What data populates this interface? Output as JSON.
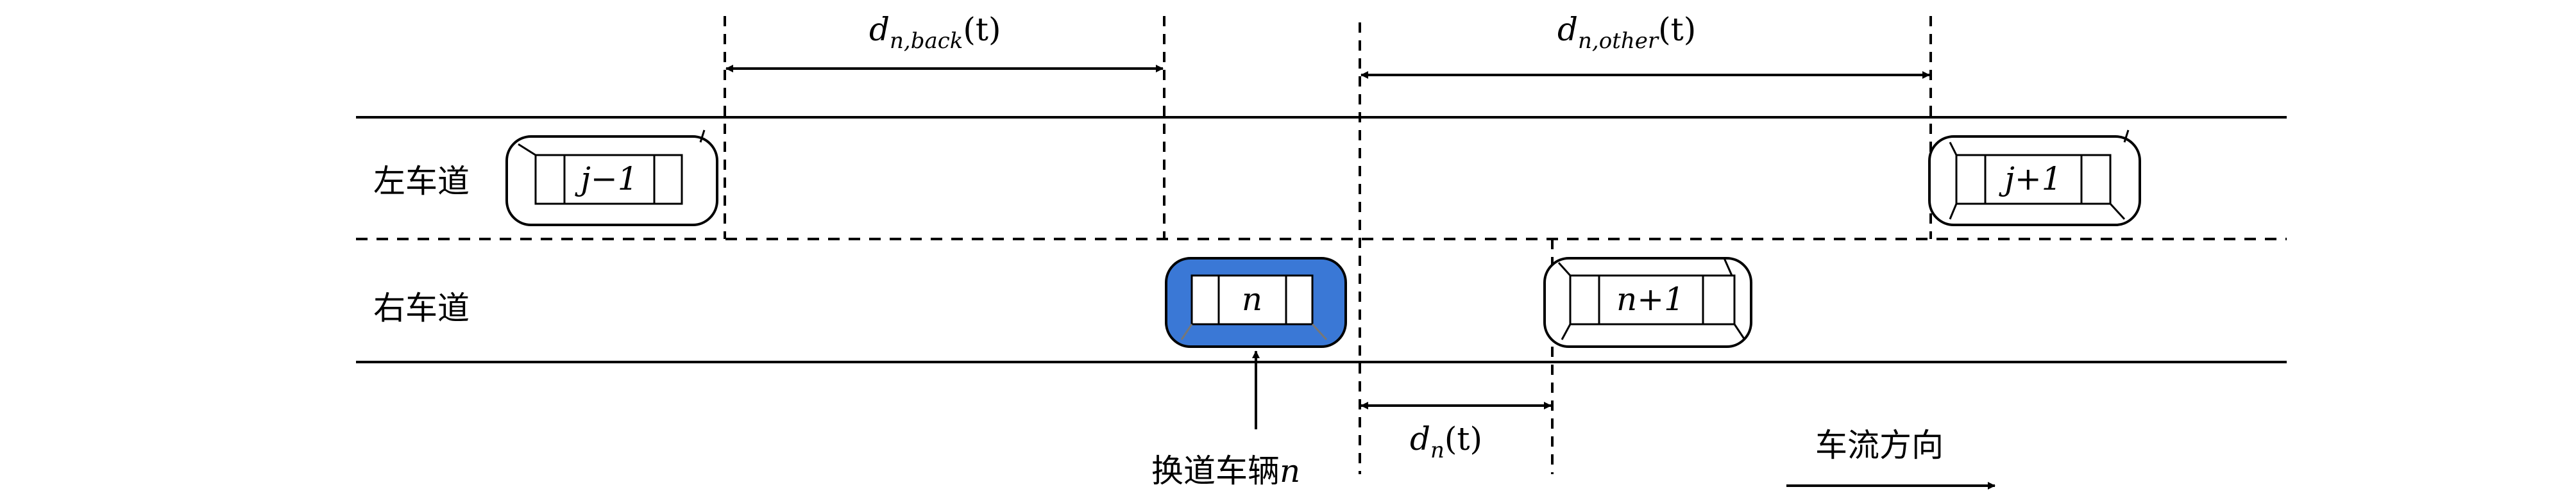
{
  "lanes": {
    "left_label": "左车道",
    "right_label": "右车道"
  },
  "vehicles": {
    "j_minus_1": "j−1",
    "j_plus_1": "j+1",
    "n": "n",
    "n_plus_1": "n+1"
  },
  "distances": {
    "d_back": {
      "symbol": "d",
      "subscript": "n,back",
      "arg": "(t)"
    },
    "d_other": {
      "symbol": "d",
      "subscript": "n,other",
      "arg": "(t)"
    },
    "d_n": {
      "symbol": "d",
      "subscript": "n",
      "arg": "(t)"
    }
  },
  "annotations": {
    "lane_change_vehicle": "换道车辆",
    "lane_change_vehicle_symbol": "n",
    "flow_direction": "车流方向"
  },
  "colors": {
    "highlight_vehicle": "#3a78d6",
    "line": "#000000"
  }
}
